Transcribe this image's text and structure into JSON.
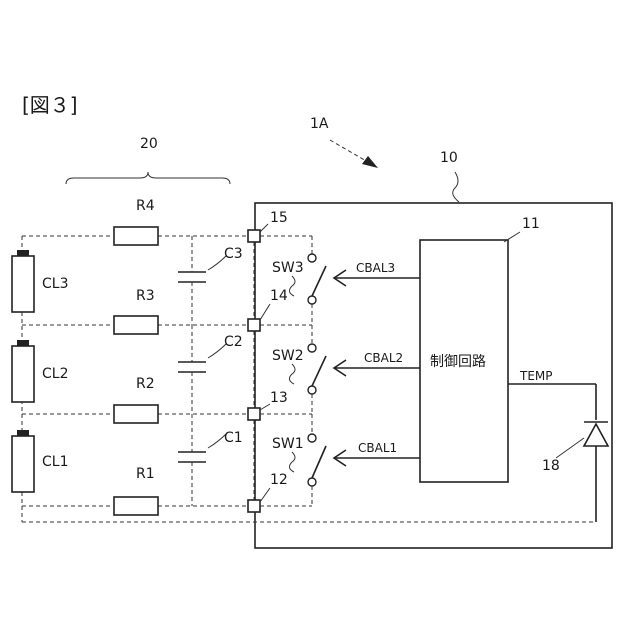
{
  "figure": {
    "title": "[図３]",
    "ref_module": "1A",
    "ref_battery_group": "20",
    "ref_board": "10",
    "ref_control": "11",
    "ref_diode": "18"
  },
  "control_circuit": {
    "label": "制御回路"
  },
  "cells": [
    "CL3",
    "CL2",
    "CL1"
  ],
  "resistors": [
    "R4",
    "R3",
    "R2",
    "R1"
  ],
  "capacitors": [
    "C3",
    "C2",
    "C1"
  ],
  "terminals": [
    "15",
    "14",
    "13",
    "12"
  ],
  "switches": [
    "SW3",
    "SW2",
    "SW1"
  ],
  "signals": [
    "CBAL3",
    "CBAL2",
    "CBAL1",
    "TEMP"
  ]
}
